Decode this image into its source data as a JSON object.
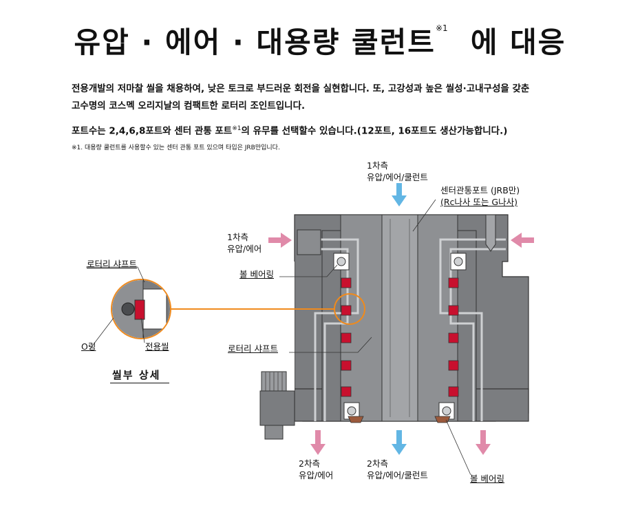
{
  "title": {
    "main": "유압 · 에어 · 대용량 쿨런트",
    "sup": "※1",
    "tail": "에 대응"
  },
  "description": {
    "line1": "전용개발의 저마찰 씰을 채용하여, 낮은 토크로 부드러운 회전을 실현합니다. 또, 고강성과 높은 씰성·고내구성을 갖춘",
    "line2": "고수명의 코스멕 오리지날의 컴팩트한 로터리 조인트입니다.",
    "line3_a": "포트수는 2,4,6,8포트와 센터 관통 포트",
    "line3_sup": "※1",
    "line3_b": "의 유무를 선택할수 있습니다.(12포트, 16포트도 생산가능합니다.)"
  },
  "footnote": "※1. 대용량 쿨런트를 사용할수 있는 센터 관통 포트 있으며 타입은 JRB만입니다.",
  "labels": {
    "primary_top_1": "1차측",
    "primary_top_2": "유압/에어/쿨런트",
    "center_port_1": "센터관통포트 (JRB만)",
    "center_port_2": "(Rc나사 또는 G나사)",
    "primary_left_1": "1차측",
    "primary_left_2": "유압/에어",
    "ball_bearing_top": "볼 베어링",
    "rotary_shaft_mid": "로터리 샤프트",
    "rotary_shaft_detail": "로터리 샤프트",
    "o_ring": "O링",
    "special_seal": "전용씰",
    "seal_detail_title": "씰부   상세",
    "secondary_left_1": "2차측",
    "secondary_left_2": "유압/에어",
    "secondary_center_1": "2차측",
    "secondary_center_2": "유압/에어/쿨런트",
    "ball_bearing_bottom": "볼 베어링"
  },
  "colors": {
    "body": "#7b7d80",
    "shaft": "#8e9093",
    "bore": "#a3a5a8",
    "seal": "#c8102e",
    "bearing": "#9b5a3c",
    "arrow_blue": "#62b6e4",
    "arrow_pink": "#e08aa9",
    "highlight": "#f08a1c"
  }
}
